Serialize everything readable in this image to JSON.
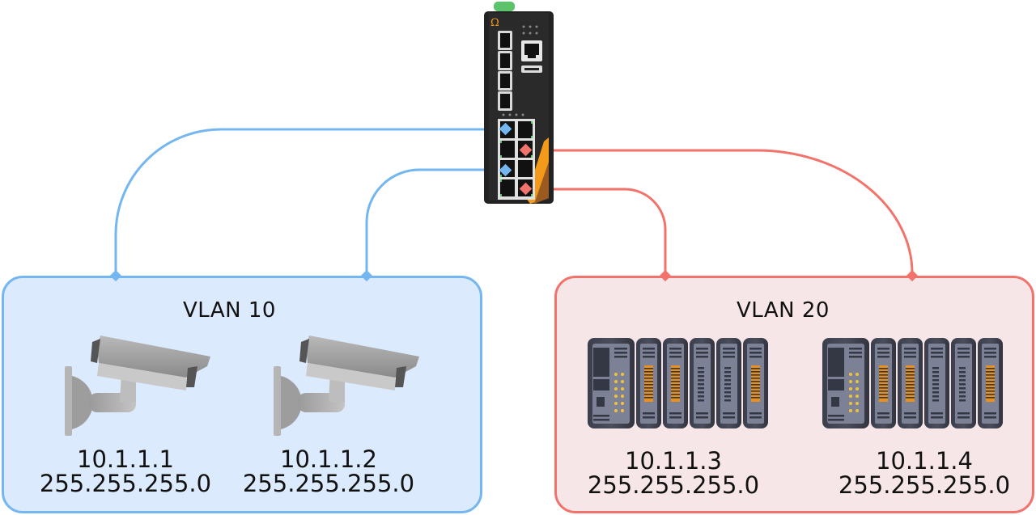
{
  "colors": {
    "vlan10_line": "#74b6f0",
    "vlan10_fill": "#dbeafc",
    "vlan20_line": "#f2736b",
    "vlan20_fill": "#f7e6e7",
    "switch_body": "#222222",
    "switch_accent": "#f39a1a",
    "led_green": "#5bc46b",
    "plc_body": "#3a3d4a",
    "plc_panel": "#7c8196",
    "plc_io_orange": "#e8901c",
    "plc_led_yellow": "#f2c13a"
  },
  "switch": {
    "name": "Industrial Ethernet Switch",
    "logo_icon": "omega-logo-icon"
  },
  "vlans": [
    {
      "title": "VLAN 10",
      "devices": [
        {
          "type": "ip-camera",
          "ip": "10.1.1.1",
          "mask": "255.255.255.0"
        },
        {
          "type": "ip-camera",
          "ip": "10.1.1.2",
          "mask": "255.255.255.0"
        }
      ]
    },
    {
      "title": "VLAN 20",
      "devices": [
        {
          "type": "plc-rack",
          "ip": "10.1.1.3",
          "mask": "255.255.255.0"
        },
        {
          "type": "plc-rack",
          "ip": "10.1.1.4",
          "mask": "255.255.255.0"
        }
      ]
    }
  ]
}
